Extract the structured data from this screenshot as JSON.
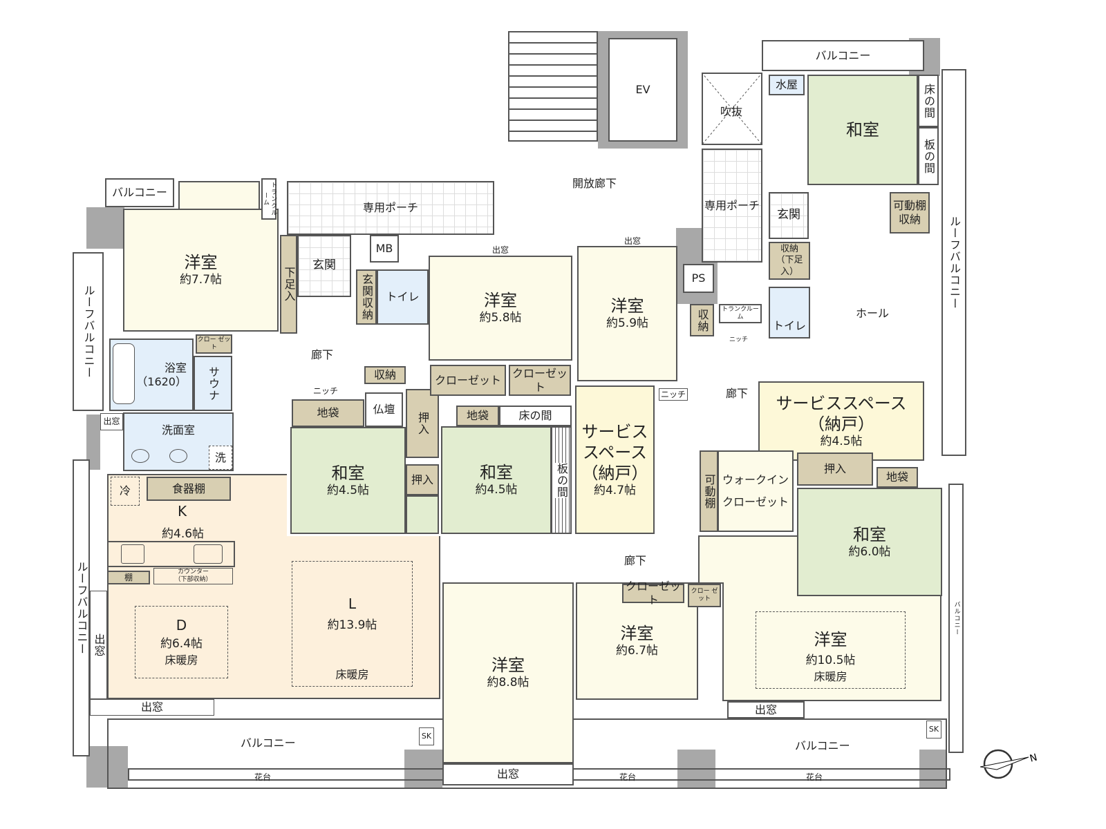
{
  "rooms": {
    "western_77": {
      "name": "洋室",
      "size": "約7.7帖"
    },
    "western_58": {
      "name": "洋室",
      "size": "約5.8帖"
    },
    "western_59": {
      "name": "洋室",
      "size": "約5.9帖"
    },
    "western_88": {
      "name": "洋室",
      "size": "約8.8帖"
    },
    "western_67": {
      "name": "洋室",
      "size": "約6.7帖"
    },
    "western_105": {
      "name": "洋室",
      "size": "約10.5帖",
      "note": "床暖房"
    },
    "washitsu_left": {
      "name": "和室",
      "size": "約4.5帖"
    },
    "washitsu_mid": {
      "name": "和室",
      "size": "約4.5帖"
    },
    "washitsu_top": {
      "name": "和室"
    },
    "washitsu_60": {
      "name": "和室",
      "size": "約6.0帖"
    },
    "service_47": {
      "name1": "サービス",
      "name2": "スペース",
      "name3": "（納戸）",
      "size": "約4.7帖"
    },
    "service_45": {
      "name1": "サービススペース",
      "name2": "（納戸）",
      "size": "約4.5帖"
    },
    "kitchen": {
      "name": "K",
      "size": "約4.6帖"
    },
    "dining": {
      "name": "D",
      "size": "約6.4帖",
      "note": "床暖房"
    },
    "living": {
      "name": "L",
      "size": "約13.9帖",
      "note": "床暖房"
    },
    "bath": {
      "name": "浴室",
      "size": "（1620）"
    },
    "sauna": "サウナ",
    "washroom": "洗面室",
    "washer": "洗",
    "fridge": "冷",
    "cupboard": "食器棚",
    "shelf": "棚",
    "counter": "カウンター",
    "counter_sub": "（下部収納）",
    "walkin1": "ウォークイン",
    "walkin2": "クローゼット",
    "movable_shelf": "可動棚",
    "hall": "ホール",
    "void": "吹抜",
    "ev": "EV",
    "mb": "MB",
    "ps": "PS",
    "mizuya": "水屋",
    "tokonoma": "床の間",
    "itanoma": "板の間",
    "butsudan": "仏壇",
    "jibukuro": "地袋",
    "oshiire": "押入",
    "closet": "クローゼット",
    "closet_small": "クロー ゼット",
    "storage": "収納",
    "storage_shoe": "収納（下足入）",
    "shoe": "下足入",
    "entry_storage": "玄関収納",
    "entrance": "玄関",
    "toilet": "トイレ",
    "trunk_room": "トランクルーム",
    "trunk_room_v": "トランクルーム",
    "niche": "ニッチ",
    "corridor": "廊下",
    "open_corridor": "開放廊下",
    "porch": "専用ポーチ",
    "balcony": "バルコニー",
    "roof_balcony": "ルーフバルコニー",
    "bay_window": "出窓",
    "planter": "花台",
    "sk": "SK",
    "compass_n": "N"
  },
  "colors": {
    "western": "#fdfbe9",
    "tatami": "#e2edd0",
    "storage": "#d8cfb2",
    "wet": "#e3effa",
    "ldk": "#fdf0dc",
    "wall": "#a8a8a8"
  }
}
